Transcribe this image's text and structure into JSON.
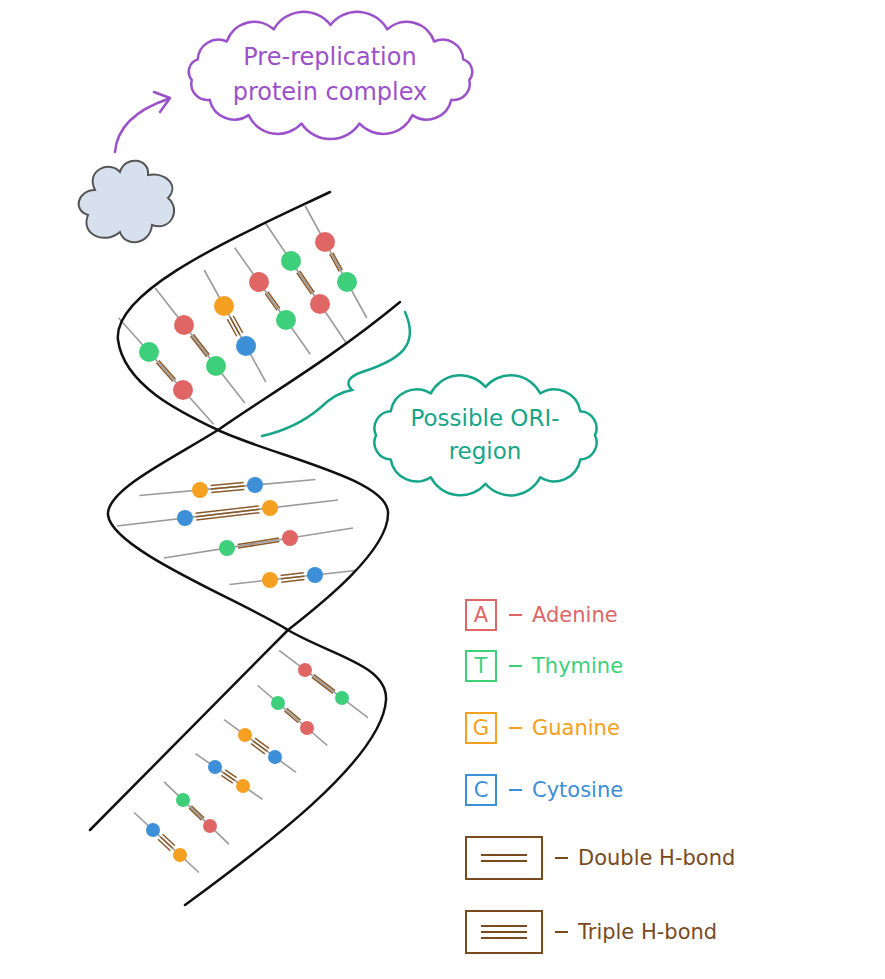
{
  "diagram": {
    "nodes": [
      {
        "text": [
          "Pre-replication protein complex"
        ]
      },
      {
        "text": [
          "Possible ORI-region"
        ]
      }
    ],
    "labels": [
      "A",
      "T",
      "G",
      "C"
    ],
    "legend": [
      {
        "text": "Adenine",
        "color": "#e06666"
      },
      {
        "text": "Thymine",
        "color": "#3ecf7a"
      },
      {
        "text": "Guanine",
        "color": "#f5a020"
      },
      {
        "text": "Cytosine",
        "color": "#3d8fd8"
      },
      {
        "text": "Double H-bond"
      },
      {
        "text": "Triple H-bond"
      }
    ]
  }
}
